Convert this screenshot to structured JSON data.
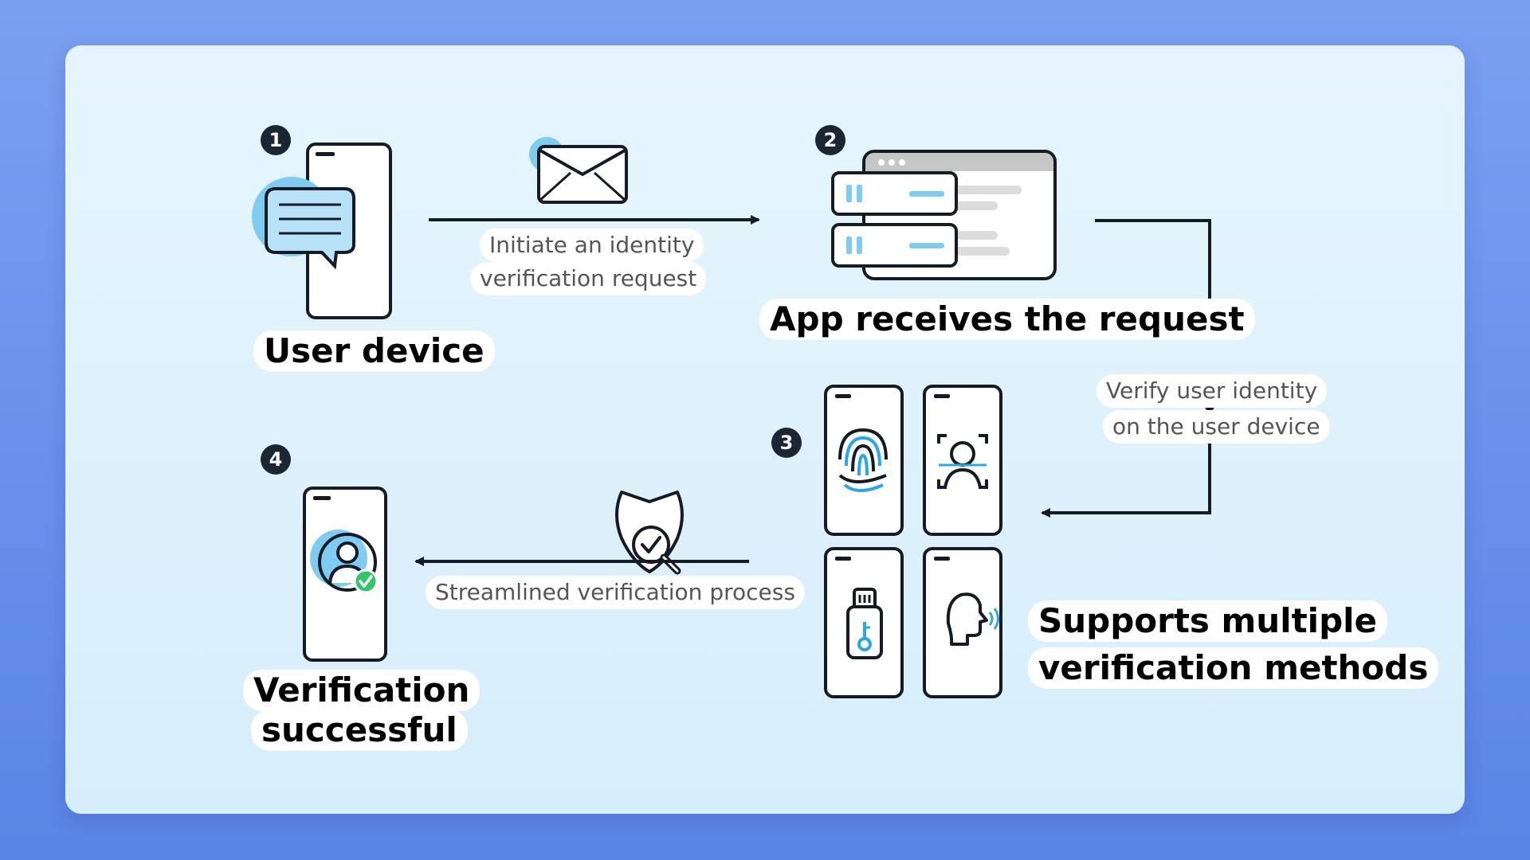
{
  "steps": [
    {
      "number": "1",
      "label": "User device"
    },
    {
      "number": "2",
      "label": "App receives the request"
    },
    {
      "number": "3",
      "label_line1": "Supports multiple",
      "label_line2": "verification methods"
    },
    {
      "number": "4",
      "label_line1": "Verification",
      "label_line2": "successful"
    }
  ],
  "edges": {
    "initiate_line1": "Initiate an identity",
    "initiate_line2": "verification request",
    "verify_line1": "Verify user identity",
    "verify_line2": "on the user device",
    "streamlined": "Streamlined verification process"
  },
  "colors": {
    "accent_blue": "#7fccf3",
    "icon_blue": "#2aa7e8",
    "stroke_dark": "#151b24",
    "success_green": "#35c46b"
  },
  "icons": [
    "phone-message-icon",
    "envelope-icon",
    "server-window-icon",
    "fingerprint-icon",
    "face-scan-icon",
    "usb-key-icon",
    "voice-icon",
    "shield-check-icon",
    "user-verified-icon"
  ]
}
